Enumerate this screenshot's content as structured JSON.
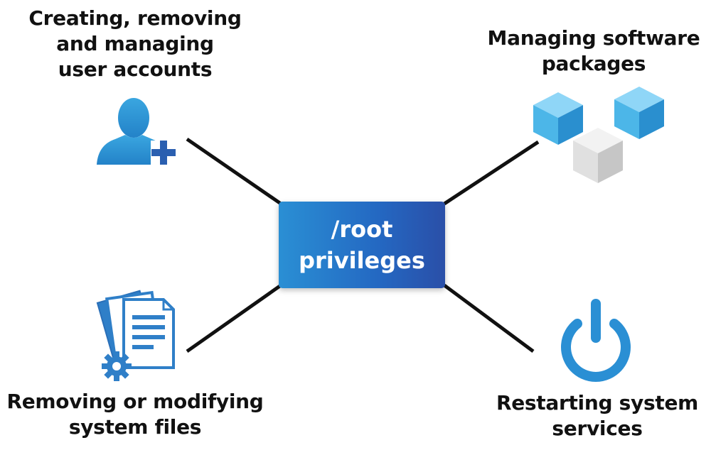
{
  "center": {
    "line1": "/root",
    "line2": "privileges"
  },
  "nodes": {
    "user_accounts": {
      "lines": [
        "Creating, removing",
        "and managing",
        "user accounts"
      ],
      "icon": "add-user-icon"
    },
    "software_packages": {
      "lines": [
        "Managing software",
        "packages"
      ],
      "icon": "package-cubes-icon"
    },
    "system_files": {
      "lines": [
        "Removing or modifying",
        "system files"
      ],
      "icon": "documents-gear-icon"
    },
    "system_services": {
      "lines": [
        "Restarting system",
        "services"
      ],
      "icon": "power-icon"
    }
  },
  "colors": {
    "accent": "#2a8fd4",
    "accent_dark": "#2468c2",
    "cube_blue": "#4cb6e8",
    "cube_grey": "#d9d9d9",
    "line": "#111111"
  }
}
